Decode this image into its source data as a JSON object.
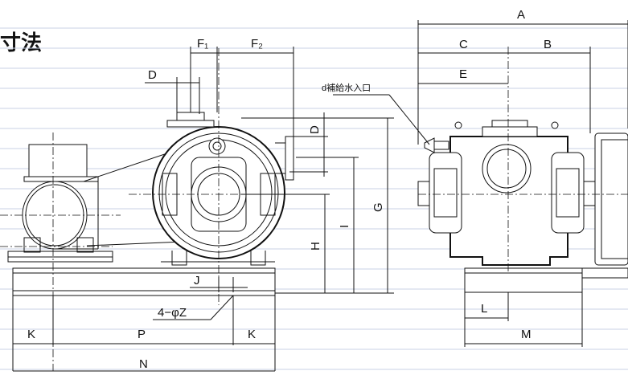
{
  "page": {
    "title": "寸法",
    "supply_port_label": "d補給水入口"
  },
  "dimensions": {
    "A": "A",
    "B": "B",
    "C": "C",
    "D_top": "D",
    "D_side": "D",
    "E": "E",
    "F1": "F₁",
    "F2": "F₂",
    "G": "G",
    "H": "H",
    "I": "I",
    "J": "J",
    "K_left": "K",
    "K_right": "K",
    "L": "L",
    "M": "M",
    "N": "N",
    "P": "P",
    "Z": "4−φZ"
  },
  "colors": {
    "line": "#111111",
    "grid": "#c9d2e6",
    "background": "#ffffff"
  }
}
